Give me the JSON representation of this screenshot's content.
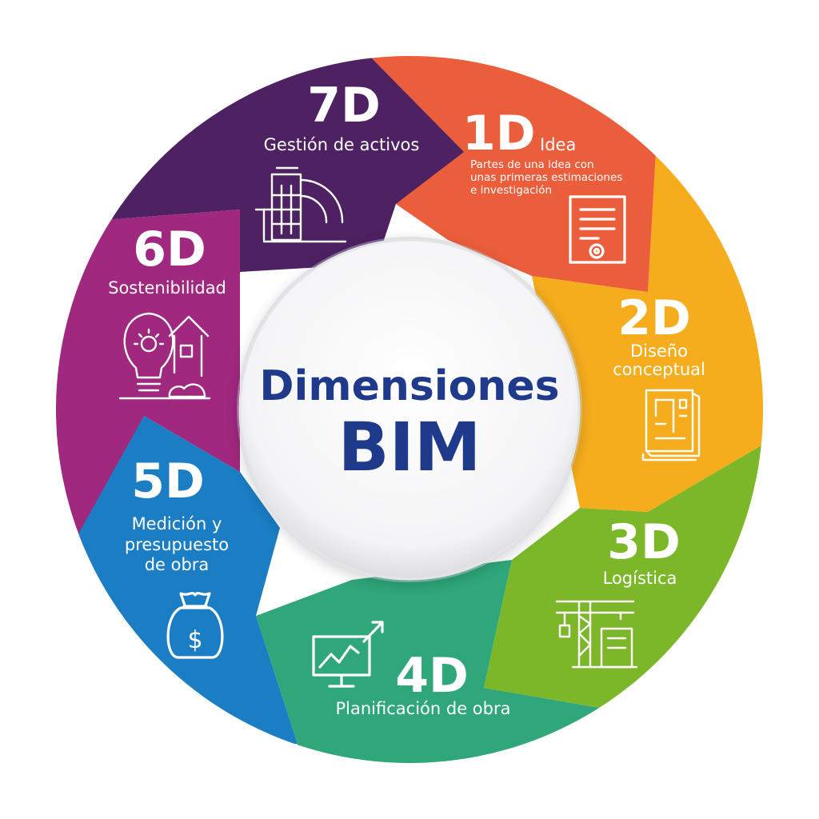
{
  "center": {
    "line1": "Dimensiones",
    "line2": "BIM",
    "color": "#1f3a8a"
  },
  "dimensions": [
    {
      "id": "7d",
      "label": "7D",
      "name": "Gestión de activos",
      "color": "#4e2163",
      "icon": "building-gear-icon"
    },
    {
      "id": "1d",
      "label": "1D",
      "name": "Idea",
      "description": [
        "Partes de una idea con",
        "unas primeras estimaciones",
        "e investigación"
      ],
      "color": "#eb5e3c",
      "icon": "document-gear-icon"
    },
    {
      "id": "2d",
      "label": "2D",
      "name_lines": [
        "Diseño",
        "conceptual"
      ],
      "color": "#f6ad1d",
      "icon": "floor-plan-icon"
    },
    {
      "id": "3d",
      "label": "3D",
      "name": "Logística",
      "color": "#7cb72a",
      "icon": "crane-icon"
    },
    {
      "id": "4d",
      "label": "4D",
      "name": "Planificación de obra",
      "color": "#2fa77a",
      "icon": "chart-monitor-icon"
    },
    {
      "id": "5d",
      "label": "5D",
      "name_lines": [
        "Medición y",
        "presupuesto",
        "de obra"
      ],
      "color": "#1b7dc4",
      "icon": "money-bag-icon"
    },
    {
      "id": "6d",
      "label": "6D",
      "name": "Sostenibilidad",
      "color": "#a0287f",
      "icon": "eco-bulb-icon"
    }
  ]
}
